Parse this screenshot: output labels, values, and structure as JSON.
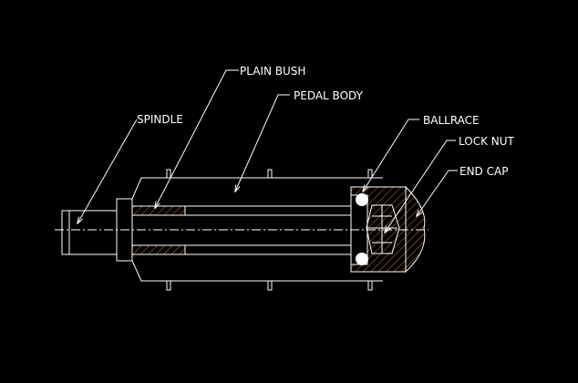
{
  "labels": {
    "plain_bush": "PLAIN BUSH",
    "pedal_body": "PEDAL BODY",
    "spindle": "SPINDLE",
    "ballrace": "BALLRACE",
    "lock_nut": "LOCK NUT",
    "end_cap": "END CAP"
  },
  "colors": {
    "background": "#000000",
    "line": "#ffffff",
    "hatch": "#c8783c"
  }
}
